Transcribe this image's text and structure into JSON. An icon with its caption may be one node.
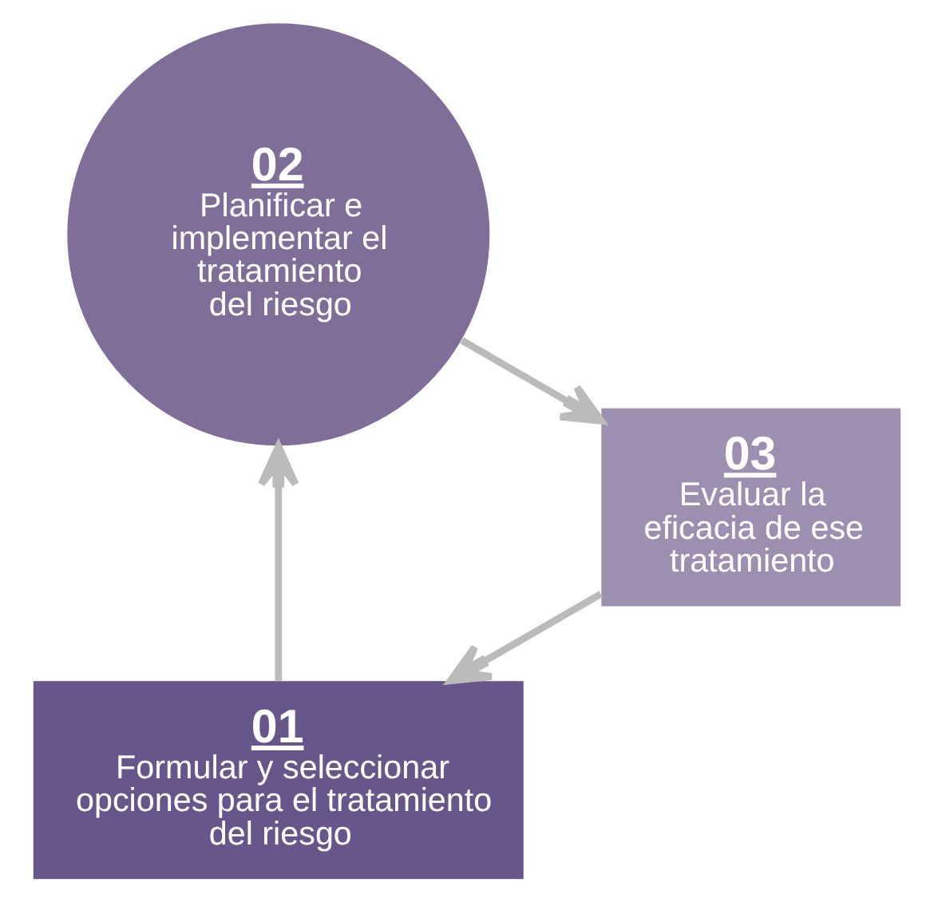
{
  "diagram": {
    "nodes": [
      {
        "text": [
          "01",
          "Formular y seleccionar opciones para el tratamiento del riesgo"
        ]
      },
      {
        "text": [
          "02",
          "Planificar e implementar el tratamiento del riesgo"
        ]
      },
      {
        "text": [
          "03",
          "Evaluar la eficacia de ese tratamiento"
        ]
      }
    ],
    "edges": [
      {
        "from": 0,
        "to": 1,
        "arrow": "to"
      },
      {
        "from": 1,
        "to": 2,
        "arrow": "to"
      },
      {
        "from": 2,
        "to": 0,
        "arrow": "to"
      }
    ]
  }
}
